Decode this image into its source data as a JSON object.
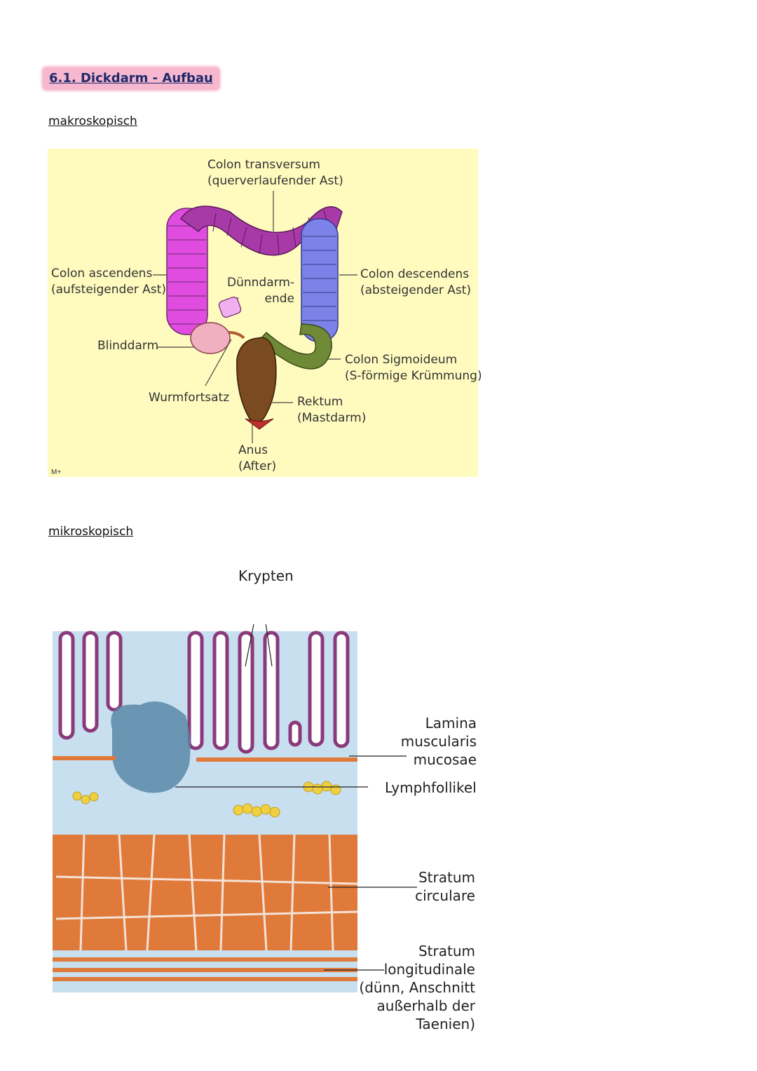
{
  "page": {
    "title": "6.1. Dickdarm - Aufbau"
  },
  "section_macro": {
    "heading": "makroskopisch",
    "labels": {
      "colon_transversum": "Colon transversum\n(querverlaufender Ast)",
      "colon_ascendens": "Colon ascendens\n(aufsteigender Ast)",
      "duenndarm_ende": "Dünndarm-\nende",
      "colon_descendens": "Colon descendens\n(absteigender Ast)",
      "blinddarm": "Blinddarm",
      "colon_sigmoideum": "Colon Sigmoideum\n(S-förmige Krümmung)",
      "wurmfortsatz": "Wurmfortsatz",
      "rektum": "Rektum\n(Mastdarm)",
      "anus": "Anus\n(After)",
      "corner_mark": "M+"
    },
    "colors": {
      "background": "#fffbbf",
      "ascendens": "#e04ce0",
      "transversum": "#a83aa8",
      "descendens": "#7b82e8",
      "sigmoideum": "#6f8a36",
      "rektum": "#7a4a20",
      "blinddarm": "#f0b0c0"
    }
  },
  "section_micro": {
    "heading": "mikroskopisch",
    "labels": {
      "krypten": "Krypten",
      "lamina": "Lamina\nmuscularis\nmucosae",
      "lymphfollikel": "Lymphfollikel",
      "stratum_circulare": "Stratum\ncirculare",
      "stratum_longitudinale": "Stratum\nlongitudinale\n(dünn, Anschnitt\naußerhalb der\nTaenien)"
    },
    "colors": {
      "mucosa_background": "#c8dff0",
      "crypt_border": "#8a3a7a",
      "muscle": "#e07a3a",
      "fat": "#f0d040",
      "lymph": "#5a8aa8"
    }
  }
}
